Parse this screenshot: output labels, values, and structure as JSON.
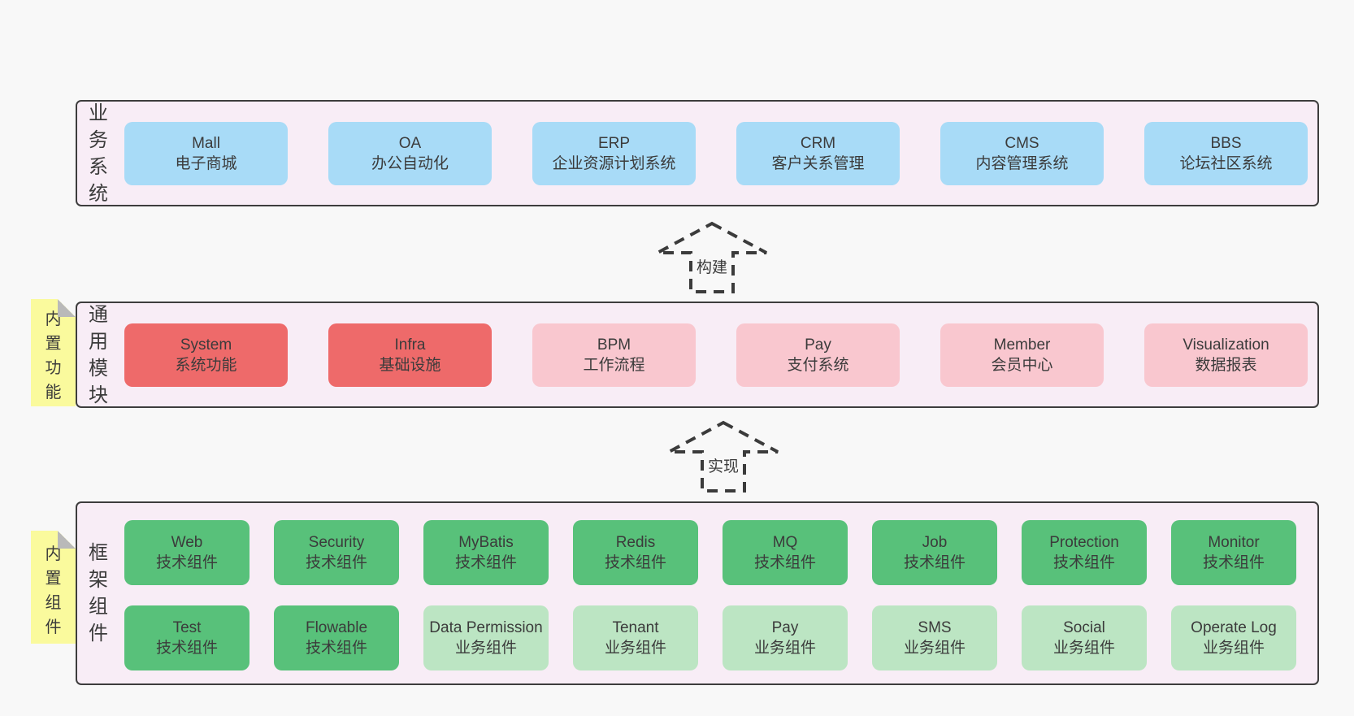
{
  "palette": {
    "page_bg": "#f8f8f8",
    "band_bg": "#f8edf6",
    "band_border": "#3d3d3d",
    "text": "#3b3b3b",
    "blue": "#a8dbf7",
    "red": "#ee6a6a",
    "pink": "#f9c7cf",
    "green": "#58c17a",
    "green_light": "#bce5c3",
    "sticky_bg": "#fafa9d",
    "sticky_fold": "#b9b9b9"
  },
  "arrows": [
    {
      "label": "构建"
    },
    {
      "label": "实现"
    }
  ],
  "bands": [
    {
      "label": "业务系统",
      "boxes": [
        {
          "name": "Mall",
          "desc": "电子商城",
          "type": "blue"
        },
        {
          "name": "OA",
          "desc": "办公自动化",
          "type": "blue"
        },
        {
          "name": "ERP",
          "desc": "企业资源计划系统",
          "type": "blue"
        },
        {
          "name": "CRM",
          "desc": "客户关系管理",
          "type": "blue"
        },
        {
          "name": "CMS",
          "desc": "内容管理系统",
          "type": "blue"
        },
        {
          "name": "BBS",
          "desc": "论坛社区系统",
          "type": "blue"
        }
      ]
    },
    {
      "label": "通用模块",
      "sticky": "内置功能",
      "boxes": [
        {
          "name": "System",
          "desc": "系统功能",
          "type": "red"
        },
        {
          "name": "Infra",
          "desc": "基础设施",
          "type": "red"
        },
        {
          "name": "BPM",
          "desc": "工作流程",
          "type": "pink"
        },
        {
          "name": "Pay",
          "desc": "支付系统",
          "type": "pink"
        },
        {
          "name": "Member",
          "desc": "会员中心",
          "type": "pink"
        },
        {
          "name": "Visualization",
          "desc": "数据报表",
          "type": "pink"
        }
      ]
    },
    {
      "label": "框架组件",
      "sticky": "内置组件",
      "rows": [
        [
          {
            "name": "Web",
            "desc": "技术组件",
            "type": "green"
          },
          {
            "name": "Security",
            "desc": "技术组件",
            "type": "green"
          },
          {
            "name": "MyBatis",
            "desc": "技术组件",
            "type": "green"
          },
          {
            "name": "Redis",
            "desc": "技术组件",
            "type": "green"
          },
          {
            "name": "MQ",
            "desc": "技术组件",
            "type": "green"
          },
          {
            "name": "Job",
            "desc": "技术组件",
            "type": "green"
          },
          {
            "name": "Protection",
            "desc": "技术组件",
            "type": "green"
          },
          {
            "name": "Monitor",
            "desc": "技术组件",
            "type": "green"
          }
        ],
        [
          {
            "name": "Test",
            "desc": "技术组件",
            "type": "green"
          },
          {
            "name": "Flowable",
            "desc": "技术组件",
            "type": "green"
          },
          {
            "name": "Data Permission",
            "desc": "业务组件",
            "type": "green_light"
          },
          {
            "name": "Tenant",
            "desc": "业务组件",
            "type": "green_light"
          },
          {
            "name": "Pay",
            "desc": "业务组件",
            "type": "green_light"
          },
          {
            "name": "SMS",
            "desc": "业务组件",
            "type": "green_light"
          },
          {
            "name": "Social",
            "desc": "业务组件",
            "type": "green_light"
          },
          {
            "name": "Operate Log",
            "desc": "业务组件",
            "type": "green_light"
          }
        ]
      ]
    }
  ]
}
